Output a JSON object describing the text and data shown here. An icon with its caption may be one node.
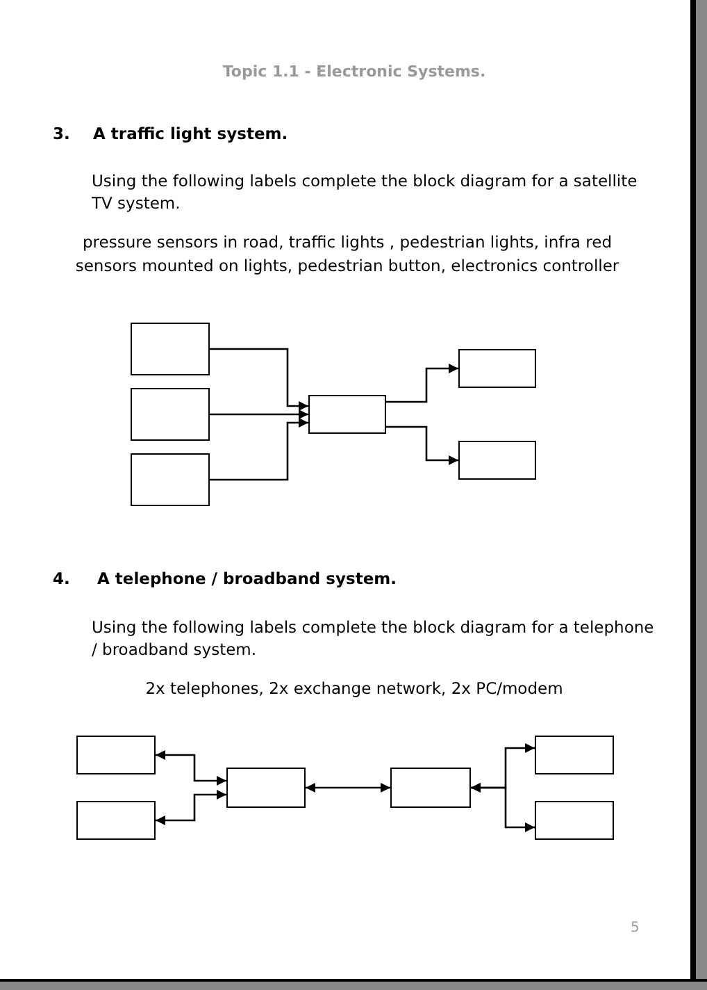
{
  "diagram": {
    "title": "Topic 1.1 - Electronic Systems.",
    "nodes": [
      {
        "text": [],
        "shape": "box"
      },
      {
        "text": [],
        "shape": "box"
      },
      {
        "text": [],
        "shape": "box"
      },
      {
        "text": [],
        "shape": "box"
      },
      {
        "text": [],
        "shape": "box"
      },
      {
        "text": [],
        "shape": "box"
      },
      {
        "text": [],
        "shape": "box"
      },
      {
        "text": [],
        "shape": "box"
      },
      {
        "text": [],
        "shape": "box"
      },
      {
        "text": [],
        "shape": "box"
      },
      {
        "text": [],
        "shape": "box"
      },
      {
        "text": [],
        "shape": "box"
      }
    ],
    "edges": [
      {
        "from": 0,
        "to": 3,
        "arrow": "to"
      },
      {
        "from": 1,
        "to": 3,
        "arrow": "to"
      },
      {
        "from": 2,
        "to": 3,
        "arrow": "to"
      },
      {
        "from": 3,
        "to": 4,
        "arrow": "to"
      },
      {
        "from": 3,
        "to": 5,
        "arrow": "to"
      },
      {
        "from": 6,
        "to": 8,
        "arrow": "both"
      },
      {
        "from": 7,
        "to": 8,
        "arrow": "both"
      },
      {
        "from": 8,
        "to": 9,
        "arrow": "both"
      },
      {
        "from": 9,
        "to": 10,
        "arrow": "both"
      },
      {
        "from": 9,
        "to": 11,
        "arrow": "both"
      }
    ],
    "labels": [
      "3.",
      "A traffic light system.",
      "Using the following labels complete the block diagram for a satellite TV system.",
      "pressure sensors in road, traffic lights , pedestrian lights, infra red sensors mounted on lights, pedestrian button, electronics controller",
      "4.",
      "A telephone / broadband system.",
      "Using the following labels complete the block diagram for a telephone / broadband system.",
      "2x telephones, 2x exchange network, 2x PC/modem",
      "5"
    ]
  }
}
